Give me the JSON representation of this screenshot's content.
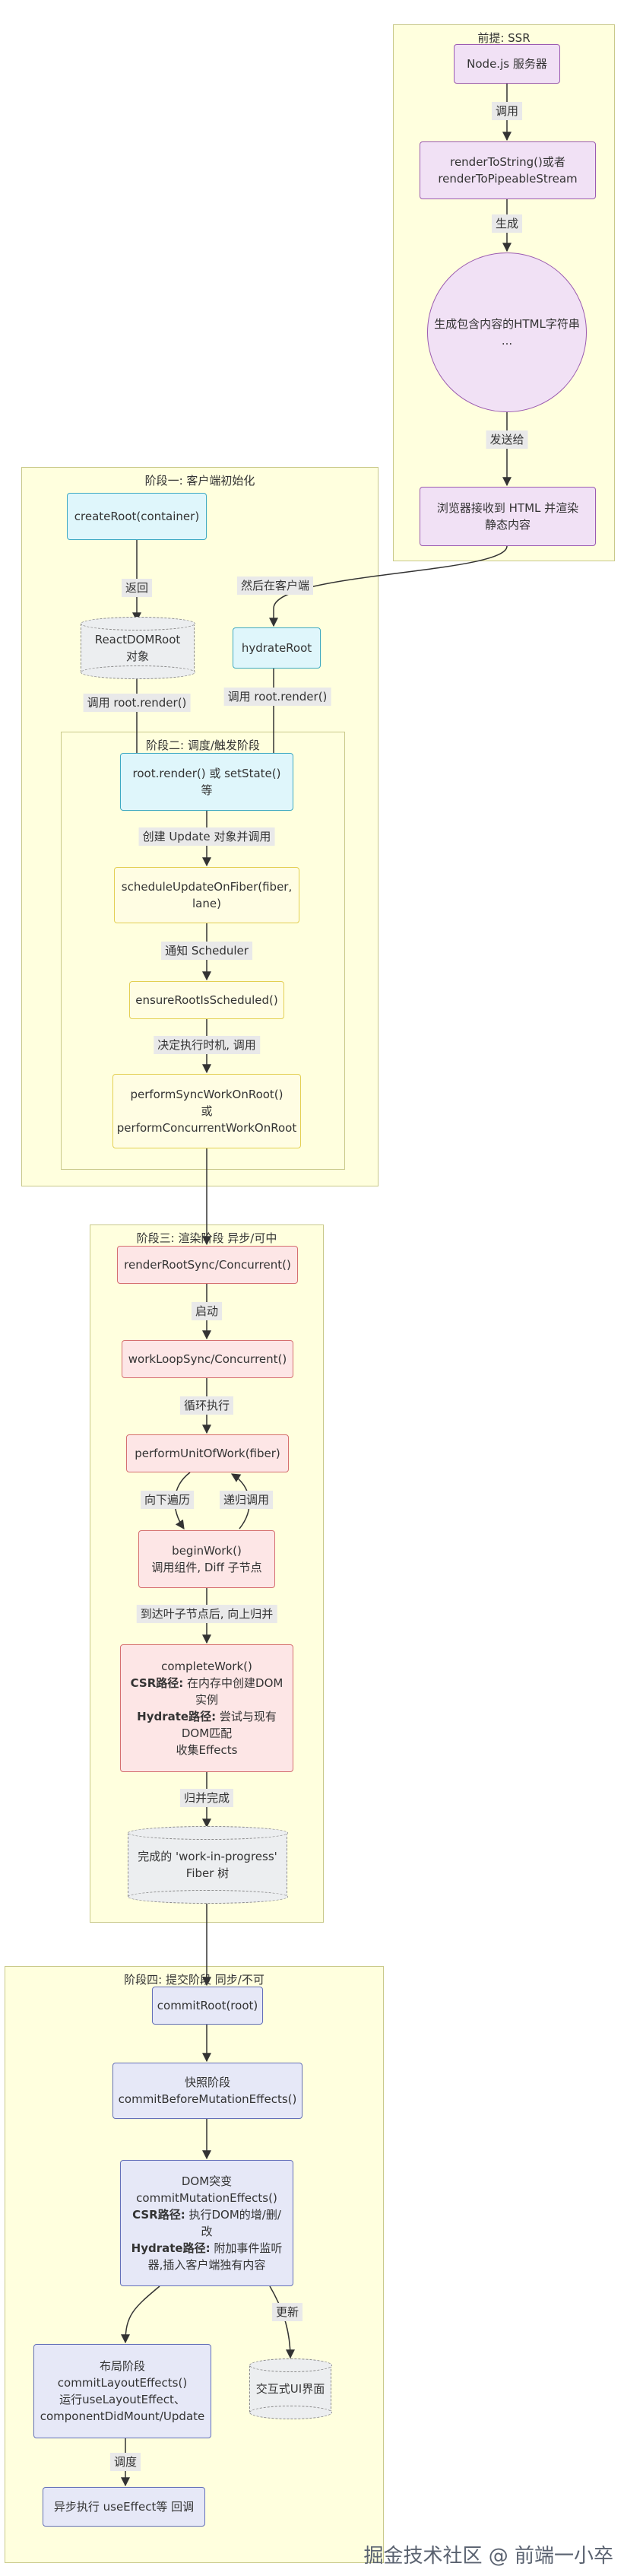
{
  "clusters": {
    "ssr": "前提: SSR",
    "phase1": "阶段一: 客户端初始化",
    "phase2": "阶段二: 调度/触发阶段",
    "phase3": "阶段三: 渲染阶段 异步/可中",
    "phase4": "阶段四: 提交阶段 同步/不可"
  },
  "nodes": {
    "node_server": "Node.js 服务器",
    "render_to_string": "renderToString()或者\nrenderToPipeableStream",
    "generate_html": "生成包含内容的HTML字符串\n...",
    "browser_receive": "浏览器接收到 HTML 并渲染\n静态内容",
    "create_root": "createRoot(container)",
    "react_dom_root": "ReactDOMRoot 对象",
    "hydrate_root": "hydrateRoot",
    "root_render": "root.render() 或 setState()\n等",
    "schedule_update": "scheduleUpdateOnFiber(fiber,\nlane)",
    "ensure_root": "ensureRootIsScheduled()",
    "perform_work": "performSyncWorkOnRoot()\n或\nperformConcurrentWorkOnRoot",
    "render_root": "renderRootSync/Concurrent()",
    "work_loop": "workLoopSync/Concurrent()",
    "perform_unit": "performUnitOfWork(fiber)",
    "begin_work": "beginWork()\n调用组件, Diff 子节点",
    "complete_work_title": "completeWork()",
    "csr_label": "CSR路径:",
    "csr_text": " 在内存中创建DOM\n实例",
    "hydrate_label": "Hydrate路径:",
    "hydrate_text": " 尝试与现有\nDOM匹配",
    "collect_effects": "收集Effects",
    "wip_tree": "完成的 'work-in-progress'\nFiber 树",
    "commit_root": "commitRoot(root)",
    "before_mutation": "快照阶段\ncommitBeforeMutationEffects()",
    "mutation_title": "DOM突变\ncommitMutationEffects()",
    "mutation_csr_label": "CSR路径:",
    "mutation_csr_text": " 执行DOM的增/删/\n改",
    "mutation_hydrate_label": "Hydrate路径:",
    "mutation_hydrate_text": " 附加事件监听\n器,插入客户端独有内容",
    "layout_effects": "布局阶段\ncommitLayoutEffects()\n运行useLayoutEffect、\ncomponentDidMount/Update",
    "interactive_ui": "交互式UI界面",
    "use_effect": "异步执行 useEffect等 回调"
  },
  "edges": {
    "call": "调用",
    "generate": "生成",
    "send_to": "发送给",
    "return": "返回",
    "then_client": "然后在客户端",
    "call_render_1": "调用 root.render()",
    "call_render_2": "调用 root.render()",
    "create_update": "创建 Update 对象并调用",
    "notify_scheduler": "通知 Scheduler",
    "decide_timing": "决定执行时机, 调用",
    "start": "启动",
    "loop_exec": "循环执行",
    "traverse_down": "向下遍历",
    "recursive_call": "递归调用",
    "reach_leaf": "到达叶子节点后, 向上归并",
    "merge_done": "归并完成",
    "update": "更新",
    "schedule": "调度"
  },
  "watermark": "掘金技术社区 @ 前端一小卒",
  "colors": {
    "cluster_fill": "#ffffde",
    "cluster_border": "#c9c98a",
    "purple": "#f1e1f5",
    "cyan": "#dff6fb",
    "yellow": "#fffde3",
    "pink": "#fde6e6",
    "indigo": "#e6e8f7",
    "database": "#eceef0",
    "edge": "#333333"
  }
}
